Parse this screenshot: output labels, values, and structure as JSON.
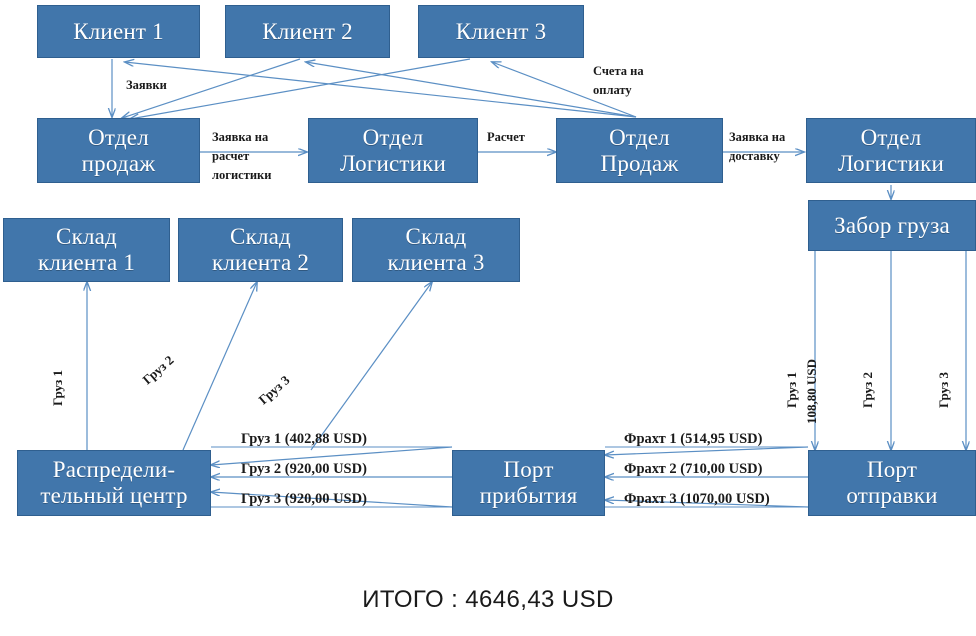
{
  "diagram": {
    "title_total": "ИТОГО : 4646,43 USD",
    "accent_color": "#4176ab",
    "line_color": "#5b8fc4",
    "text_color": "#1a1a1a",
    "box_text_color": "#ffffff"
  },
  "clients": [
    {
      "label": "Клиент 1"
    },
    {
      "label": "Клиент 2"
    },
    {
      "label": "Клиент 3"
    }
  ],
  "departments": [
    {
      "label": "Отдел\nпродаж"
    },
    {
      "label": "Отдел\nЛогистики"
    },
    {
      "label": "Отдел\nПродаж"
    },
    {
      "label": "Отдел\nЛогистики"
    }
  ],
  "pickup": {
    "label": "Забор груза"
  },
  "warehouses": [
    {
      "label": "Склад\nклиента 1"
    },
    {
      "label": "Склад\nклиента 2"
    },
    {
      "label": "Склад\nклиента 3"
    }
  ],
  "nodes": {
    "distribution_center": "Распредели-\nтельный центр",
    "port_arrival": "Порт\nприбытия",
    "port_departure": "Порт\nотправки"
  },
  "flow_labels": {
    "requests": "Заявки",
    "invoices": "Счета на\nоплату",
    "logistics_request": "Заявка на\nрасчет\nлогистики",
    "calculation": "Расчет",
    "delivery_request": "Заявка на\nдоставку"
  },
  "cargo_to_warehouse": [
    {
      "label": "Груз 1"
    },
    {
      "label": "Груз 2"
    },
    {
      "label": "Груз 3"
    }
  ],
  "cargo_costs": [
    {
      "label": "Груз 1 (402,88 USD)"
    },
    {
      "label": "Груз 2 (920,00 USD)"
    },
    {
      "label": "Груз 3 (920,00 USD)"
    }
  ],
  "freight_costs": [
    {
      "label": "Фрахт 1 (514,95 USD)"
    },
    {
      "label": "Фрахт 2 (710,00 USD)"
    },
    {
      "label": "Фрахт 3 (1070,00 USD)"
    }
  ],
  "pickup_legs": [
    {
      "label": "Груз 1"
    },
    {
      "label": "cost",
      "value": "108,80 USD"
    },
    {
      "label": "Груз 2"
    },
    {
      "label": "Груз 3"
    }
  ]
}
